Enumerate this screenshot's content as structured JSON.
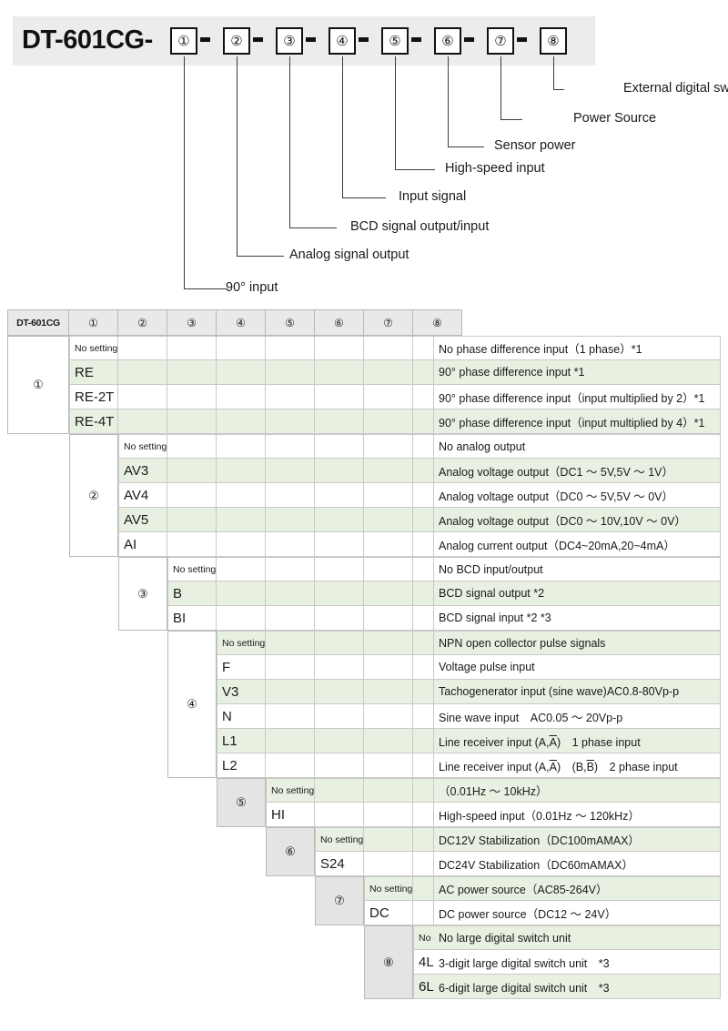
{
  "banner": {
    "model": "DT-601CG-",
    "positions": [
      "①",
      "②",
      "③",
      "④",
      "⑤",
      "⑥",
      "⑦",
      "⑧"
    ],
    "callouts": [
      "90° input",
      "Analog signal output",
      "BCD signal output/input",
      "Input signal",
      "High-speed input",
      "Sensor power",
      "Power Source",
      "External digital switch unit"
    ]
  },
  "table": {
    "corner_label": "DT-601CG",
    "columns": [
      "①",
      "②",
      "③",
      "④",
      "⑤",
      "⑥",
      "⑦",
      "⑧"
    ],
    "groups": [
      {
        "id": "①",
        "shaded": false,
        "rows": [
          {
            "code": "No setting",
            "small": true,
            "desc": "No phase difference input（1 phase）*1",
            "green": false
          },
          {
            "code": "RE",
            "small": false,
            "desc": "90° phase difference input *1",
            "green": true
          },
          {
            "code": "RE-2T",
            "small": false,
            "desc": "90° phase difference input（input multiplied by 2）*1",
            "green": false
          },
          {
            "code": "RE-4T",
            "small": false,
            "desc": "90° phase difference input（input multiplied by 4）*1",
            "green": true
          }
        ]
      },
      {
        "id": "②",
        "shaded": false,
        "rows": [
          {
            "code": "No setting",
            "small": true,
            "desc": "No analog output",
            "green": false
          },
          {
            "code": "AV3",
            "small": false,
            "desc": "Analog voltage output（DC1 ～ 5V,5V ～ 1V）",
            "green": true
          },
          {
            "code": "AV4",
            "small": false,
            "desc": "Analog voltage output（DC0 ～ 5V,5V ～ 0V）",
            "green": false
          },
          {
            "code": "AV5",
            "small": false,
            "desc": "Analog voltage output（DC0 ～ 10V,10V ～ 0V）",
            "green": true
          },
          {
            "code": "AI",
            "small": false,
            "desc": "Analog current output（DC4~20mA,20~4mA）",
            "green": false
          }
        ]
      },
      {
        "id": "③",
        "shaded": false,
        "rows": [
          {
            "code": "No setting",
            "small": true,
            "desc": "No BCD input/output",
            "green": false
          },
          {
            "code": "B",
            "small": false,
            "desc": "BCD signal output *2",
            "green": true
          },
          {
            "code": "BI",
            "small": false,
            "desc": "BCD signal input *2 *3",
            "green": false
          }
        ]
      },
      {
        "id": "④",
        "shaded": false,
        "rows": [
          {
            "code": "No setting",
            "small": true,
            "desc": "NPN open collector pulse signals",
            "green": true
          },
          {
            "code": "F",
            "small": false,
            "desc": "Voltage pulse input",
            "green": false
          },
          {
            "code": "V3",
            "small": false,
            "desc": "Tachogenerator input (sine wave)AC0.8-80Vp-p",
            "green": true
          },
          {
            "code": "N",
            "small": false,
            "desc": "Sine wave input　AC0.05 ～ 20Vp-p",
            "green": false
          },
          {
            "code": "L1",
            "small": false,
            "desc": "LINE_1",
            "green": true
          },
          {
            "code": "L2",
            "small": false,
            "desc": "LINE_2",
            "green": false
          }
        ]
      },
      {
        "id": "⑤",
        "shaded": true,
        "rows": [
          {
            "code": "No setting",
            "small": true,
            "desc": "（0.01Hz ～ 10kHz）",
            "green": true
          },
          {
            "code": "HI",
            "small": false,
            "desc": "High-speed input（0.01Hz ～ 120kHz）",
            "green": false
          }
        ]
      },
      {
        "id": "⑥",
        "shaded": true,
        "rows": [
          {
            "code": "No setting",
            "small": true,
            "desc": "DC12V Stabilization（DC100mAMAX）",
            "green": true
          },
          {
            "code": "S24",
            "small": false,
            "desc": "DC24V Stabilization（DC60mAMAX）",
            "green": false
          }
        ]
      },
      {
        "id": "⑦",
        "shaded": true,
        "rows": [
          {
            "code": "No setting",
            "small": true,
            "desc": "AC power source（AC85-264V）",
            "green": true
          },
          {
            "code": "DC",
            "small": false,
            "desc": "DC power source（DC12 ～ 24V）",
            "green": false
          }
        ]
      },
      {
        "id": "⑧",
        "shaded": true,
        "rows": [
          {
            "code": "No setting",
            "small": true,
            "desc": "No large digital switch unit",
            "green": true
          },
          {
            "code": "4L",
            "small": false,
            "desc": "3-digit large digital switch unit　*3",
            "green": false
          },
          {
            "code": "6L",
            "small": false,
            "desc": "6-digit large digital switch unit　*3",
            "green": true
          }
        ]
      }
    ],
    "line_receiver": {
      "prefix": "Line receiver input (A,",
      "bar1": "A",
      "mid1": ")　1 phase input",
      "mid2": ")　(B,",
      "bar2": "B",
      "suffix": ")　2 phase input"
    }
  }
}
